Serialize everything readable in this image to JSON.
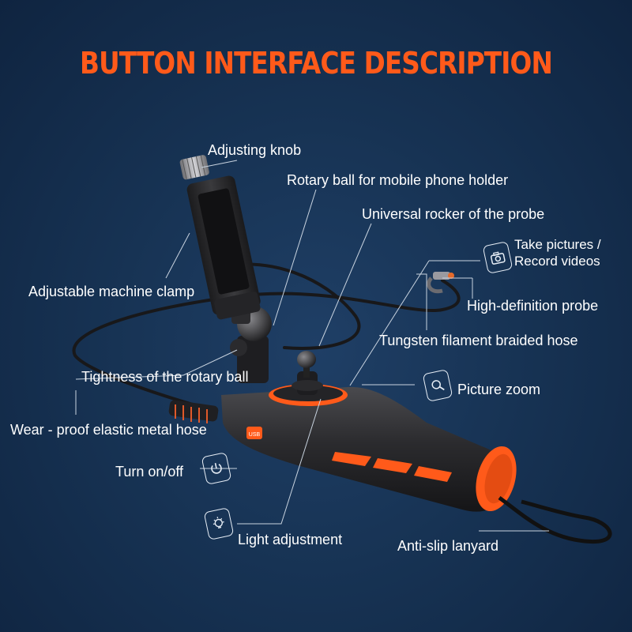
{
  "title": "BUTTON INTERFACE DESCRIPTION",
  "colors": {
    "background": "#173354",
    "accent": "#ff5a1a",
    "line": "#c8d3df",
    "device": "#2b2b2e"
  },
  "device": {
    "usb_badge": "USB"
  },
  "labels": {
    "adjusting_knob": "Adjusting knob",
    "rotary_ball_holder": "Rotary ball for mobile phone holder",
    "universal_rocker": "Universal rocker of the probe",
    "take_pictures_line1": "Take pictures /",
    "take_pictures_line2": "Record videos",
    "adjustable_clamp": "Adjustable machine clamp",
    "hd_probe": "High-definition probe",
    "tungsten_hose": "Tungsten filament braided hose",
    "tightness_ball": "Tightness of the rotary ball",
    "picture_zoom": "Picture zoom",
    "wear_proof_hose": "Wear - proof elastic metal hose",
    "turn_on_off": "Turn on/off",
    "light_adjustment": "Light adjustment",
    "anti_slip_lanyard": "Anti-slip lanyard"
  },
  "icons": {
    "camera": "camera-icon",
    "zoom": "zoom-icon",
    "power": "power-icon",
    "light": "light-bulb-icon"
  }
}
